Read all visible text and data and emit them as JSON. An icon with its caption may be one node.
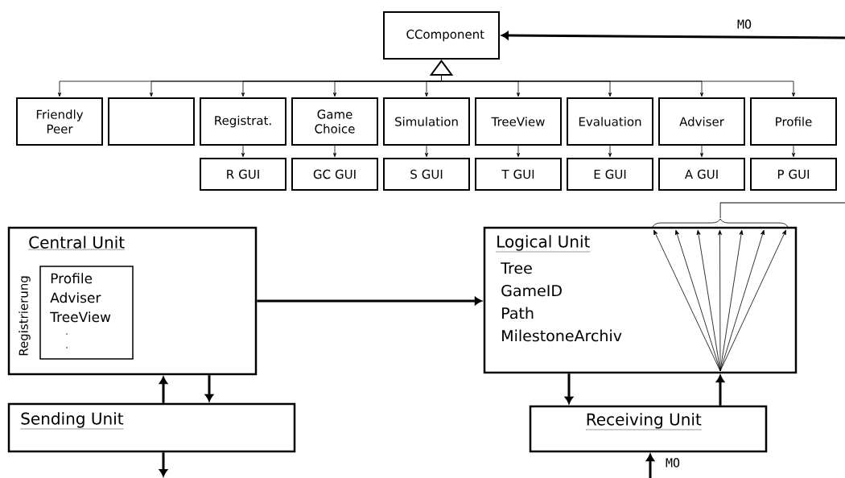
{
  "diagram": {
    "nodes": [
      {
        "text": [
          "CComponent"
        ]
      },
      {
        "text": [
          "Friendly Peer"
        ]
      },
      {
        "text": [],
        "shape": "box"
      },
      {
        "text": [
          "Registrat."
        ]
      },
      {
        "text": [
          "Game Choice"
        ]
      },
      {
        "text": [
          "Simulation"
        ]
      },
      {
        "text": [
          "TreeView"
        ]
      },
      {
        "text": [
          "Evaluation"
        ]
      },
      {
        "text": [
          "Adviser"
        ]
      },
      {
        "text": [
          "Profile"
        ]
      },
      {
        "text": [
          "R GUI"
        ]
      },
      {
        "text": [
          "GC GUI"
        ]
      },
      {
        "text": [
          "S GUI"
        ]
      },
      {
        "text": [
          "T GUI"
        ]
      },
      {
        "text": [
          "E GUI"
        ]
      },
      {
        "text": [
          "A GUI"
        ]
      },
      {
        "text": [
          "P GUI"
        ]
      },
      {
        "text": [
          "Central Unit"
        ]
      },
      {
        "text": [
          "Profile Adviser TreeView"
        ],
        "beside": [
          "Registrierung"
        ],
        "in": 17
      },
      {
        "text": [
          "Logical Unit",
          "Tree GameID Path MilestoneArchiv"
        ]
      },
      {
        "text": [
          "Sending Unit"
        ]
      },
      {
        "text": [
          "Receiving Unit"
        ]
      }
    ],
    "edges": [
      {
        "from": 0,
        "to": 1,
        "arrow": "both"
      },
      {
        "from": 0,
        "to": 2,
        "arrow": "both"
      },
      {
        "from": 0,
        "to": 3,
        "arrow": "both"
      },
      {
        "from": 0,
        "to": 4,
        "arrow": "both"
      },
      {
        "from": 0,
        "to": 5,
        "arrow": "both"
      },
      {
        "from": 0,
        "to": 6,
        "arrow": "both"
      },
      {
        "from": 0,
        "to": 7,
        "arrow": "both"
      },
      {
        "from": 0,
        "to": 8,
        "arrow": "both"
      },
      {
        "from": 0,
        "to": 9,
        "arrow": "both"
      },
      {
        "from": 3,
        "to": 10,
        "arrow": "to"
      },
      {
        "from": 4,
        "to": 11,
        "arrow": "to"
      },
      {
        "from": 5,
        "to": 12,
        "arrow": "to"
      },
      {
        "from": 6,
        "to": 13,
        "arrow": "to"
      },
      {
        "from": 7,
        "to": 14,
        "arrow": "to"
      },
      {
        "from": 8,
        "to": 15,
        "arrow": "to"
      },
      {
        "from": 9,
        "to": 16,
        "arrow": "to"
      },
      {
        "from": null,
        "to": 0,
        "arrow": "to",
        "label": "MO",
        "style": "thick"
      },
      {
        "from": 17,
        "to": 19,
        "arrow": "to",
        "style": "thick"
      },
      {
        "from": 20,
        "to": 17,
        "arrow": "to",
        "style": "thick"
      },
      {
        "from": 17,
        "to": 20,
        "arrow": "to",
        "style": "thick"
      },
      {
        "from": 20,
        "to": null,
        "arrow": "to",
        "style": "thick"
      },
      {
        "from": 19,
        "to": 21,
        "arrow": "to",
        "style": "thick"
      },
      {
        "from": 21,
        "to": 19,
        "arrow": "to",
        "style": "thick"
      },
      {
        "from": null,
        "to": 21,
        "arrow": "to",
        "label": "MO",
        "style": "thick"
      }
    ]
  }
}
